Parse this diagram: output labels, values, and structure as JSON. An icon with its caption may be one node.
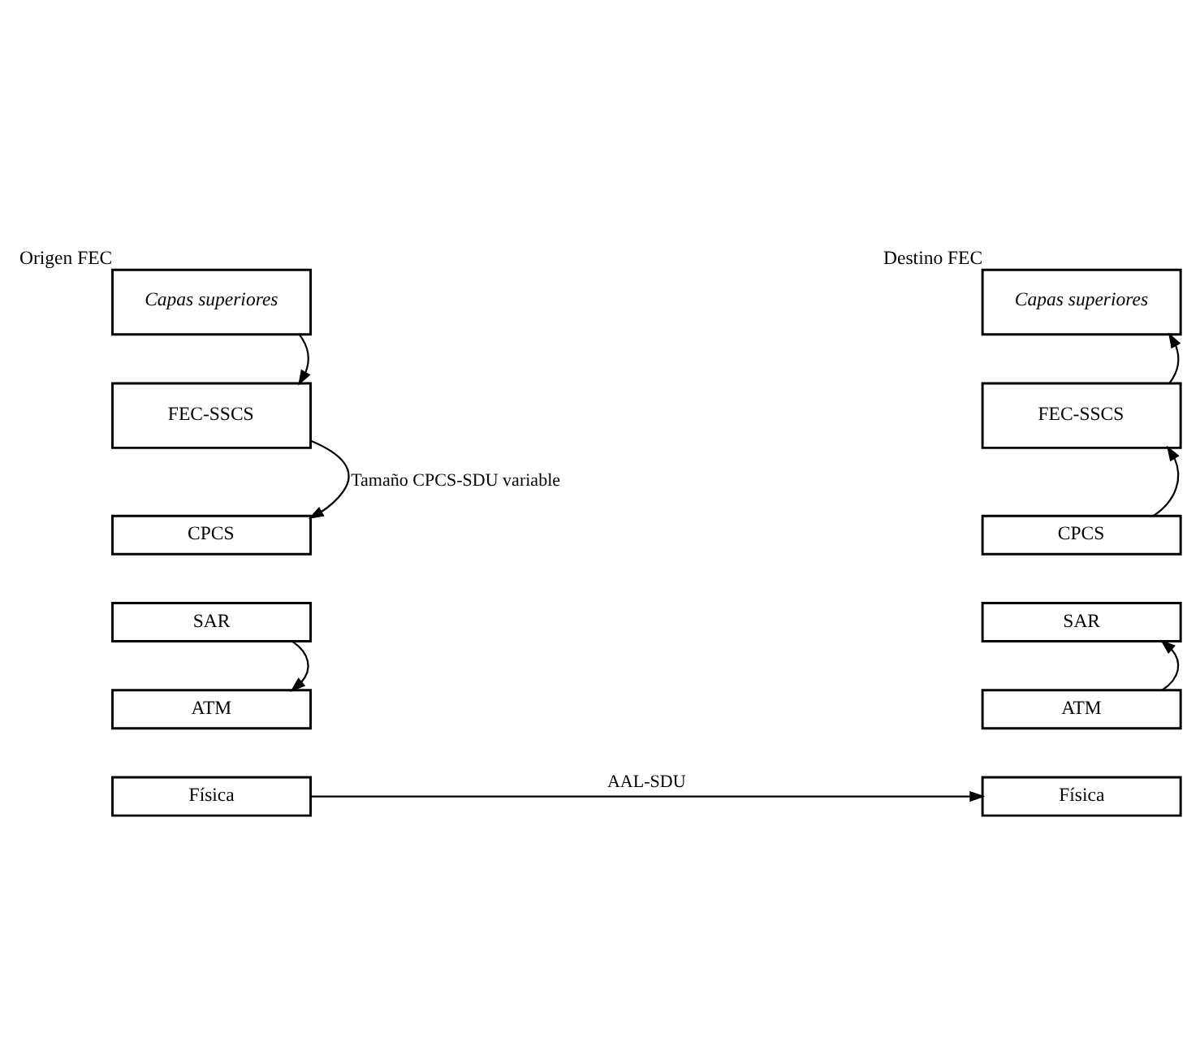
{
  "diagram": {
    "nodes": [
      {
        "text": [
          "Capas superiores"
        ],
        "beside": [
          "Origen FEC"
        ]
      },
      {
        "text": [
          "FEC-SSCS"
        ]
      },
      {
        "text": [
          "CPCS"
        ]
      },
      {
        "text": [
          "SAR"
        ]
      },
      {
        "text": [
          "ATM"
        ]
      },
      {
        "text": [
          "Física"
        ]
      },
      {
        "text": [
          "Capas superiores"
        ],
        "beside": [
          "Destino FEC"
        ]
      },
      {
        "text": [
          "FEC-SSCS"
        ]
      },
      {
        "text": [
          "CPCS"
        ]
      },
      {
        "text": [
          "SAR"
        ]
      },
      {
        "text": [
          "ATM"
        ]
      },
      {
        "text": [
          "Física"
        ]
      }
    ],
    "edges": [
      {
        "from": 0,
        "to": 1,
        "arrow": "to"
      },
      {
        "from": 1,
        "to": 2,
        "arrow": "to",
        "label": "Tamaño CPCS-SDU variable"
      },
      {
        "from": 3,
        "to": 4,
        "arrow": "to"
      },
      {
        "from": 5,
        "to": 11,
        "arrow": "to",
        "label": "AAL-SDU"
      },
      {
        "from": 10,
        "to": 9,
        "arrow": "to"
      },
      {
        "from": 8,
        "to": 7,
        "arrow": "to"
      },
      {
        "from": 7,
        "to": 6,
        "arrow": "to"
      }
    ]
  }
}
